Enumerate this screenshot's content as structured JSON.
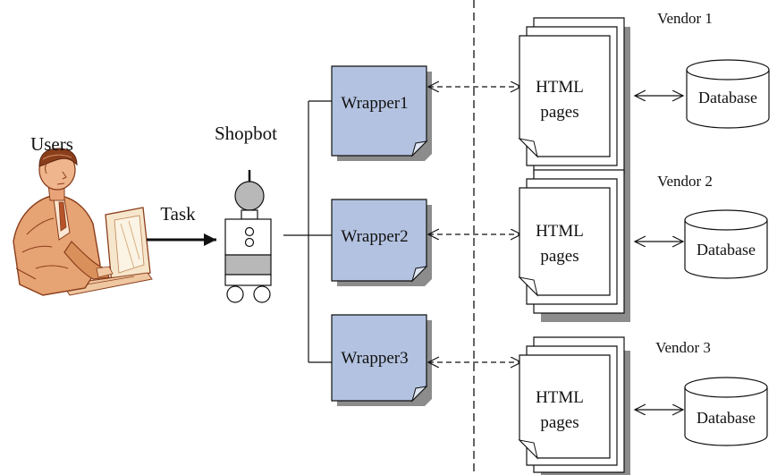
{
  "labels": {
    "users": "Users",
    "shopbot": "Shopbot",
    "task": "Task"
  },
  "wrappers": [
    {
      "label": "Wrapper1"
    },
    {
      "label": "Wrapper2"
    },
    {
      "label": "Wrapper3"
    }
  ],
  "vendors": [
    {
      "name": "Vendor 1",
      "pages_line1": "HTML",
      "pages_line2": "pages",
      "database": "Database"
    },
    {
      "name": "Vendor 2",
      "pages_line1": "HTML",
      "pages_line2": "pages",
      "database": "Database"
    },
    {
      "name": "Vendor 3",
      "pages_line1": "HTML",
      "pages_line2": "pages",
      "database": "Database"
    }
  ],
  "colors": {
    "wrapper_fill": "#b3c2e0",
    "shadow": "#8c8c8c",
    "robot_gray": "#b8b8b8",
    "user_skin": "#d9905a",
    "user_dark": "#8a3e1c"
  }
}
